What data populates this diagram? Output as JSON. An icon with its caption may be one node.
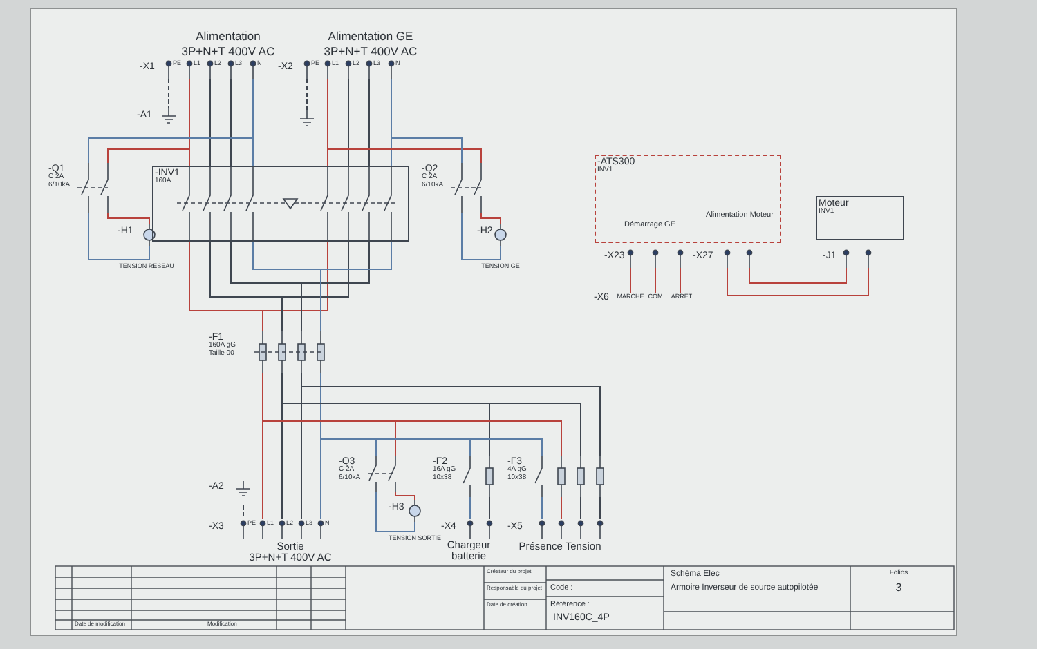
{
  "diagram": {
    "nodes": [
      {
        "text": [
          "-X1"
        ]
      },
      {
        "text": [
          "-A1"
        ]
      },
      {
        "text": [
          "-X2"
        ]
      },
      {
        "text": [
          "-Q1",
          "C 2A 6/10kA"
        ]
      },
      {
        "text": [
          "-H1"
        ]
      },
      {
        "text": [
          "-INV1",
          "160A"
        ]
      },
      {
        "text": [
          "-Q2",
          "C 2A 6/10kA"
        ]
      },
      {
        "text": [
          "-H2"
        ]
      },
      {
        "text": [
          "-F1",
          "160A gG Taille 00"
        ]
      },
      {
        "text": [
          "-A2"
        ]
      },
      {
        "text": [
          "-X3"
        ],
        "beside": [
          "Sortie",
          "3P+N+T 400V AC"
        ]
      },
      {
        "text": [
          "-Q3",
          "C 2A 6/10kA"
        ]
      },
      {
        "text": [
          "-H3"
        ]
      },
      {
        "text": [
          "-F2",
          "16A gG 10x38"
        ]
      },
      {
        "text": [
          "-X4"
        ],
        "beside": [
          "Chargeur batterie"
        ]
      },
      {
        "text": [
          "-F3",
          "4A gG 10x38"
        ]
      },
      {
        "text": [
          "-X5"
        ],
        "beside": [
          "Présence Tension"
        ]
      },
      {
        "text": [
          "-ATS300",
          "INV1"
        ]
      },
      {
        "text": [
          "-X23"
        ]
      },
      {
        "text": [
          "MARCHE"
        ],
        "beside": [
          "-X6"
        ]
      },
      {
        "text": [
          "-X27"
        ]
      },
      {
        "text": [
          "Moteur",
          "INV1"
        ]
      },
      {
        "text": [
          "-J1"
        ]
      },
      {
        "text": [],
        "shape": "ground"
      },
      {
        "text": [
          "COM"
        ]
      },
      {
        "text": [
          "ARRET"
        ]
      }
    ],
    "edges": [
      {
        "from": 0,
        "to": 1,
        "arrow": "none",
        "style": "dashed"
      },
      {
        "from": 0,
        "to": 5,
        "arrow": "none",
        "color": "#b8423c"
      },
      {
        "from": 0,
        "to": 5,
        "arrow": "none"
      },
      {
        "from": 0,
        "to": 5,
        "arrow": "none"
      },
      {
        "from": 0,
        "to": 5,
        "arrow": "none",
        "color": "#5b7da6"
      },
      {
        "from": 2,
        "to": 5,
        "arrow": "none",
        "color": "#b8423c"
      },
      {
        "from": 2,
        "to": 5,
        "arrow": "none"
      },
      {
        "from": 2,
        "to": 5,
        "arrow": "none"
      },
      {
        "from": 2,
        "to": 5,
        "arrow": "none",
        "color": "#5b7da6"
      },
      {
        "from": 0,
        "to": 3,
        "arrow": "none",
        "color": "#b8423c"
      },
      {
        "from": 0,
        "to": 3,
        "arrow": "none",
        "color": "#5b7da6"
      },
      {
        "from": 3,
        "to": 4,
        "arrow": "none",
        "color": "#b8423c"
      },
      {
        "from": 3,
        "to": 4,
        "arrow": "none",
        "color": "#5b7da6"
      },
      {
        "from": 2,
        "to": 6,
        "arrow": "none",
        "color": "#b8423c"
      },
      {
        "from": 2,
        "to": 6,
        "arrow": "none",
        "color": "#5b7da6"
      },
      {
        "from": 6,
        "to": 7,
        "arrow": "none",
        "color": "#b8423c"
      },
      {
        "from": 6,
        "to": 7,
        "arrow": "none",
        "color": "#5b7da6"
      },
      {
        "from": 5,
        "to": 8,
        "arrow": "none",
        "color": "#b8423c"
      },
      {
        "from": 5,
        "to": 8,
        "arrow": "none"
      },
      {
        "from": 5,
        "to": 8,
        "arrow": "none"
      },
      {
        "from": 5,
        "to": 8,
        "arrow": "none",
        "color": "#5b7da6"
      },
      {
        "from": 5,
        "to": 8,
        "arrow": "none",
        "color": "#b8423c"
      },
      {
        "from": 5,
        "to": 8,
        "arrow": "none"
      },
      {
        "from": 5,
        "to": 8,
        "arrow": "none"
      },
      {
        "from": 5,
        "to": 8,
        "arrow": "none",
        "color": "#5b7da6"
      },
      {
        "from": 8,
        "to": 10,
        "arrow": "none",
        "color": "#b8423c"
      },
      {
        "from": 8,
        "to": 10,
        "arrow": "none"
      },
      {
        "from": 8,
        "to": 10,
        "arrow": "none"
      },
      {
        "from": 8,
        "to": 10,
        "arrow": "none",
        "color": "#5b7da6"
      },
      {
        "from": 9,
        "to": 10,
        "arrow": "none",
        "style": "dashed"
      },
      {
        "from": 8,
        "to": 11,
        "arrow": "none",
        "color": "#b8423c"
      },
      {
        "from": 8,
        "to": 11,
        "arrow": "none",
        "color": "#5b7da6"
      },
      {
        "from": 11,
        "to": 12,
        "arrow": "none",
        "color": "#b8423c"
      },
      {
        "from": 11,
        "to": 12,
        "arrow": "none",
        "color": "#5b7da6"
      },
      {
        "from": 8,
        "to": 13,
        "arrow": "none",
        "color": "#5b7da6"
      },
      {
        "from": 8,
        "to": 13,
        "arrow": "none"
      },
      {
        "from": 13,
        "to": 14,
        "arrow": "none",
        "color": "#5b7da6"
      },
      {
        "from": 13,
        "to": 14,
        "arrow": "none"
      },
      {
        "from": 8,
        "to": 15,
        "arrow": "none",
        "color": "#5b7da6"
      },
      {
        "from": 8,
        "to": 15,
        "arrow": "none",
        "color": "#b8423c"
      },
      {
        "from": 8,
        "to": 15,
        "arrow": "none"
      },
      {
        "from": 8,
        "to": 15,
        "arrow": "none"
      },
      {
        "from": 15,
        "to": 16,
        "arrow": "none",
        "color": "#5b7da6"
      },
      {
        "from": 15,
        "to": 16,
        "arrow": "none",
        "color": "#b8423c"
      },
      {
        "from": 15,
        "to": 16,
        "arrow": "none"
      },
      {
        "from": 15,
        "to": 16,
        "arrow": "none"
      },
      {
        "from": 18,
        "to": 19,
        "arrow": "none",
        "color": "#b8423c"
      },
      {
        "from": 18,
        "to": 24,
        "arrow": "none",
        "color": "#b8423c"
      },
      {
        "from": 18,
        "to": 25,
        "arrow": "none",
        "color": "#b8423c"
      },
      {
        "from": 20,
        "to": 22,
        "arrow": "none",
        "color": "#b8423c"
      },
      {
        "from": 20,
        "to": 22,
        "arrow": "none",
        "color": "#b8423c"
      },
      {
        "from": 2,
        "to": 23,
        "arrow": "none",
        "style": "dashed"
      }
    ],
    "labels": [
      "Alimentation",
      "3P+N+T 400V AC",
      "Alimentation GE",
      "3P+N+T 400V AC",
      "PE",
      "L1",
      "L2",
      "L3",
      "N",
      "PE",
      "L1",
      "L2",
      "L3",
      "N",
      "PE",
      "L1",
      "L2",
      "L3",
      "N",
      "Démarrage GE",
      "Alimentation Moteur",
      "Date de modification",
      "Modification",
      "Créateur du projet",
      "Responsable du projet",
      "Date de création",
      "Code :",
      "Référence :",
      "INV160C_4P",
      "Schéma Elec",
      "Armoire Inverseur de source autopilotée",
      "Folios",
      "3",
      "TENSION RESEAU",
      "TENSION GE",
      "TENSION SORTIE"
    ]
  }
}
